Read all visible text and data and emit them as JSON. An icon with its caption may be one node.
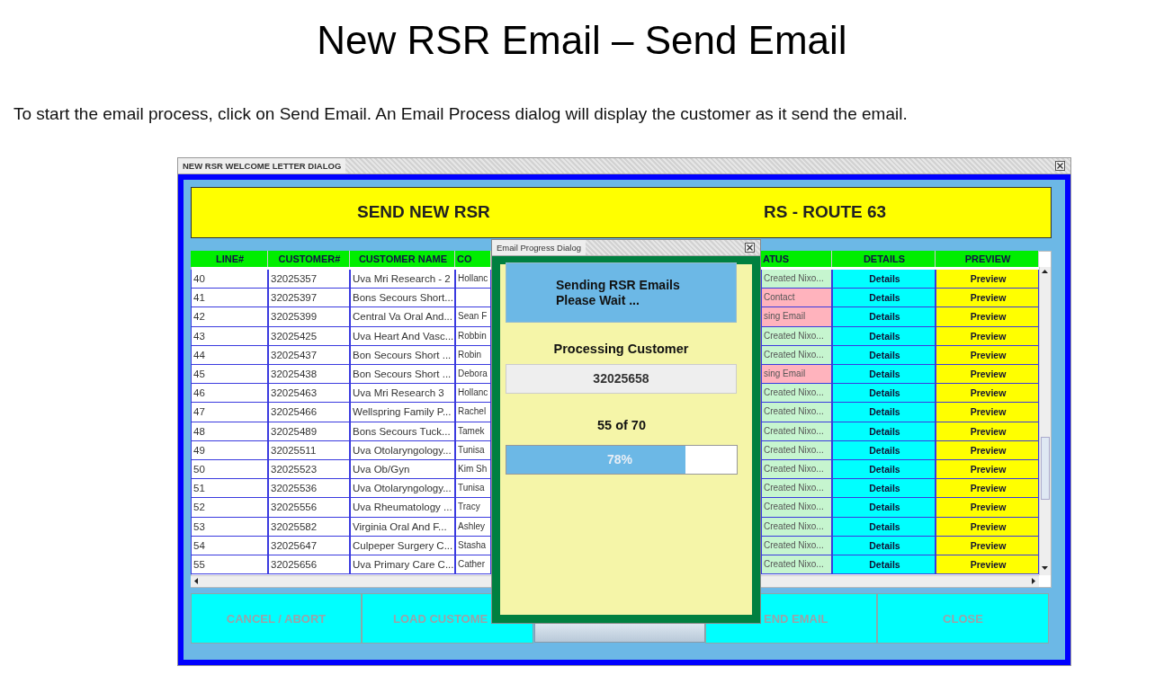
{
  "diagram": {
    "title": "New RSR Email – Send Email",
    "nodes": [
      {
        "text": [
          "NEW RSR WELCOME LETTER DIALOG"
        ]
      },
      {
        "text": [
          "SEND NEW RSR",
          "RS - ROUTE 63"
        ],
        "in": 0
      },
      {
        "text": [
          "Email Progress Dialog"
        ],
        "in": 0
      },
      {
        "text": [
          "Sending RSR Emails Please Wait ..."
        ],
        "in": 2
      },
      {
        "text": [
          "Processing Customer",
          "32025658"
        ],
        "in": 2
      },
      {
        "text": [
          "55 of 70",
          "78%"
        ],
        "in": 2
      },
      {
        "text": [
          "CANCEL / ABORT"
        ],
        "in": 0
      },
      {
        "text": [
          "LOAD CUSTOME"
        ],
        "in": 0
      },
      {
        "text": [],
        "shape": "box",
        "in": 0
      },
      {
        "text": [
          "END EMAIL"
        ],
        "in": 0
      },
      {
        "text": [
          "CLOSE"
        ],
        "in": 0
      }
    ],
    "edges": [],
    "labels": [
      "To start the email process, click on Send Email.  An Email Process dialog will display the customer as it send the email.",
      "LINE#",
      "CUSTOMER#",
      "CUSTOMER NAME",
      "CO",
      "ATUS",
      "DETAILS",
      "PREVIEW",
      "40",
      "32025357",
      "Uva Mri Research - 2",
      "Hollanc",
      "Created Nixo...",
      "Details",
      "Preview",
      "41",
      "32025397",
      "Bons Secours Short...",
      "Contact",
      "Details",
      "Preview",
      "42",
      "32025399",
      "Central Va Oral And...",
      "Sean F",
      "sing Email",
      "Details",
      "Preview",
      "43",
      "32025425",
      "Uva Heart And Vasc...",
      "Robbin",
      "Created Nixo...",
      "Details",
      "Preview",
      "44",
      "32025437",
      "Bon Secours Short ...",
      "Robin",
      "Created Nixo...",
      "Details",
      "Preview",
      "45",
      "32025438",
      "Bon Secours Short ...",
      "Debora",
      "sing Email",
      "Details",
      "Preview",
      "46",
      "32025463",
      "Uva Mri Research 3",
      "Hollanc",
      "Created Nixo...",
      "Details",
      "Preview",
      "47",
      "32025466",
      "Wellspring Family P...",
      "Rachel",
      "Created Nixo...",
      "Details",
      "Preview",
      "48",
      "32025489",
      "Bons Secours Tuck...",
      "Tamek",
      "Created Nixo...",
      "Details",
      "Preview",
      "49",
      "32025511",
      "Uva Otolaryngology...",
      "Tunisa",
      "Created Nixo...",
      "Details",
      "Preview",
      "50",
      "32025523",
      "Uva Ob/Gyn",
      "Kim Sh",
      "Created Nixo...",
      "Details",
      "Preview",
      "51",
      "32025536",
      "Uva Otolaryngology...",
      "Tunisa",
      "Created Nixo...",
      "Details",
      "Preview",
      "52",
      "32025556",
      "Uva Rheumatology ...",
      "Tracy",
      "Created Nixo...",
      "Details",
      "Preview",
      "53",
      "32025582",
      "Virginia Oral And F...",
      "Ashley",
      "Created Nixo...",
      "Details",
      "Preview",
      "54",
      "32025647",
      "Culpeper Surgery C...",
      "Stasha",
      "Created Nixo...",
      "Details",
      "Preview",
      "55",
      "32025656",
      "Uva Primary Care C...",
      "Cather",
      "Created Nixo...",
      "Details",
      "Preview"
    ]
  }
}
